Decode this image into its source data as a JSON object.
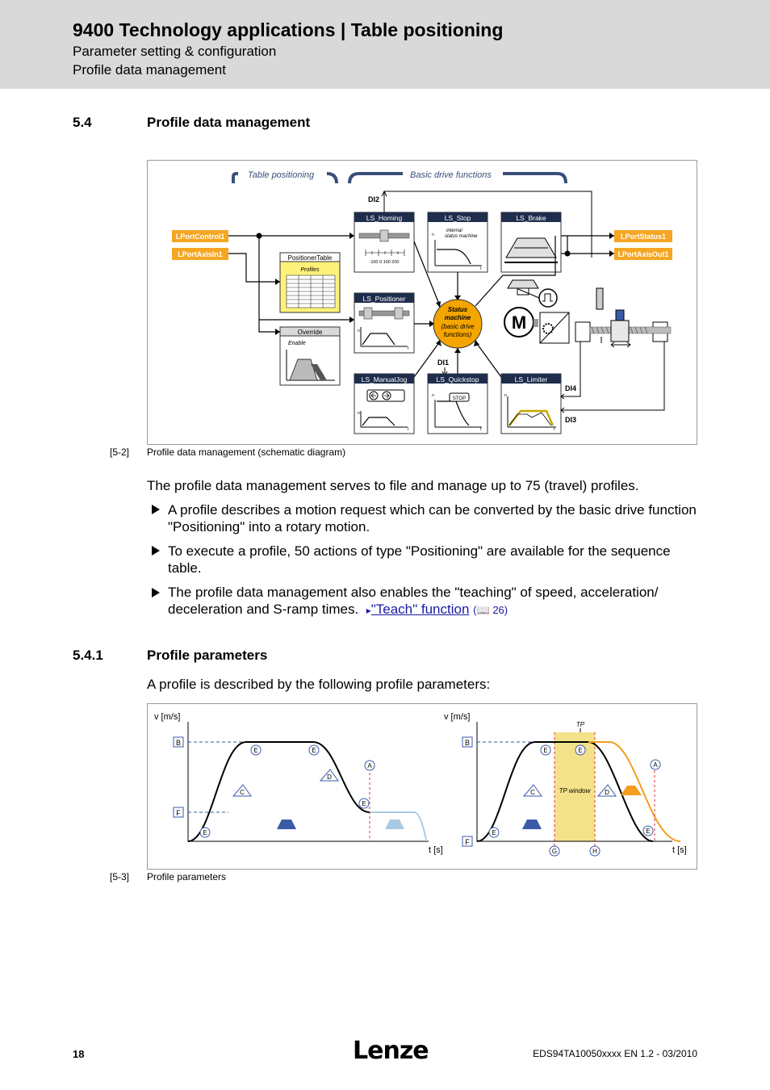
{
  "header": {
    "title": "9400 Technology applications | Table positioning",
    "line1": "Parameter setting & configuration",
    "line2": "Profile data management"
  },
  "section": {
    "number": "5.4",
    "title": "Profile data management"
  },
  "figure1": {
    "caption_num": "[5-2]",
    "caption": "Profile data management (schematic diagram)",
    "brace_left": "Table positioning",
    "brace_right": "Basic drive functions",
    "ports_in": [
      "LPortControl1",
      "LPortAxisIn1"
    ],
    "ports_out": [
      "LPortStatus1",
      "LPortAxisOut1"
    ],
    "blocks": {
      "homing": "LS_Homing",
      "stop": "LS_Stop",
      "brake": "LS_Brake",
      "positioner": "LS_Positioner",
      "manualjog": "LS_ManualJog",
      "quickstop": "LS_Quickstop",
      "limiter": "LS_Limiter",
      "table": "PositionerTable",
      "table_sub": "Profiles",
      "override": "Override",
      "override_sub": "Enable"
    },
    "state_machine": [
      "Status",
      "machine",
      "(basic drive",
      "functions)"
    ],
    "internal_sm": [
      "internal",
      "status machine"
    ],
    "homing_scale": "-100   0   100  200",
    "stop_label": "STOP",
    "motor": "M",
    "di": [
      "DI1",
      "DI2",
      "DI3",
      "DI4"
    ],
    "axis_n": "n",
    "axis_t": "t"
  },
  "intro": "The profile data management serves to file and manage up to 75 (travel) profiles.",
  "bullets": [
    "A profile describes a motion request which can be converted by the basic drive function \"Positioning\" into a rotary motion.",
    "To execute a profile, 50 actions of type \"Positioning\" are available for the sequence table.",
    "The profile data management also enables the \"teaching\" of speed, acceleration/ deceleration and S-ramp times."
  ],
  "link": {
    "text": "\"Teach\" function",
    "page": "26"
  },
  "subsection": {
    "number": "5.4.1",
    "title": "Profile parameters"
  },
  "subsection_intro": "A profile is described by the following profile parameters:",
  "figure2": {
    "caption_num": "[5-3]",
    "caption": "Profile parameters",
    "ylabel": "v [m/s]",
    "xlabel": "t [s]",
    "tp": "TP",
    "tp_window": "TP window",
    "letters": [
      "A",
      "B",
      "C",
      "D",
      "E",
      "F",
      "G",
      "H"
    ]
  },
  "footer": {
    "page": "18",
    "doc": "EDS94TA10050xxxx EN 1.2 - 03/2010",
    "logo": "Lenze"
  },
  "colors": {
    "port": "#f5a623",
    "table": "#fff27a",
    "sm": "#f5a500",
    "brace": "#3a4f7a",
    "tpwindow": "#f3e28a",
    "accel": "#3b5aa8",
    "light": "#a9c9e3",
    "orange": "#f39c1f"
  }
}
